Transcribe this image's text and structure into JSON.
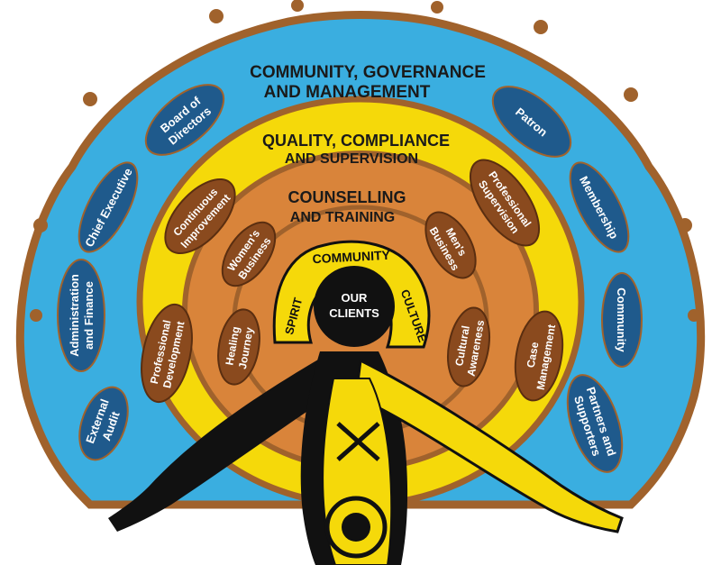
{
  "rings": {
    "outer": {
      "title_line1": "COMMUNITY, GOVERNANCE",
      "title_line2": "AND MANAGEMENT",
      "items": [
        {
          "lines": [
            "Board of",
            "Directors"
          ]
        },
        {
          "lines": [
            "Chief Executive"
          ]
        },
        {
          "lines": [
            "Administration",
            "and Finance"
          ]
        },
        {
          "lines": [
            "External",
            "Audit"
          ]
        },
        {
          "lines": [
            "Patron"
          ]
        },
        {
          "lines": [
            "Membership"
          ]
        },
        {
          "lines": [
            "Community"
          ]
        },
        {
          "lines": [
            "Partners and",
            "Supporters"
          ]
        }
      ]
    },
    "quality": {
      "title_line1": "QUALITY, COMPLIANCE",
      "title_line2": "AND SUPERVISION",
      "items": [
        {
          "lines": [
            "Continuous",
            "Improvement"
          ]
        },
        {
          "lines": [
            "Professional",
            "Development"
          ]
        },
        {
          "lines": [
            "Professional",
            "Supervision"
          ]
        },
        {
          "lines": [
            "Case",
            "Management"
          ]
        }
      ]
    },
    "counselling": {
      "title_line1": "COUNSELLING",
      "title_line2": "AND TRAINING",
      "items": [
        {
          "lines": [
            "Women's",
            "Business"
          ]
        },
        {
          "lines": [
            "Healing",
            "Journey"
          ]
        },
        {
          "lines": [
            "Men's",
            "Business"
          ]
        },
        {
          "lines": [
            "Cultural",
            "Awareness"
          ]
        }
      ]
    }
  },
  "core": {
    "community": "COMMUNITY",
    "spirit": "SPIRIT",
    "culture": "CULTURE",
    "clients_line1": "OUR",
    "clients_line2": "CLIENTS"
  },
  "colors": {
    "outer_ring": "#3aaee0",
    "border_brown": "#a0622c",
    "quality_ring": "#f5d90a",
    "counselling_ring": "#d9843a",
    "pill_blue": "#1f5a8c",
    "pill_brown": "#8a4a1e",
    "figure_black": "#111111",
    "figure_yellow": "#f5d90a"
  }
}
